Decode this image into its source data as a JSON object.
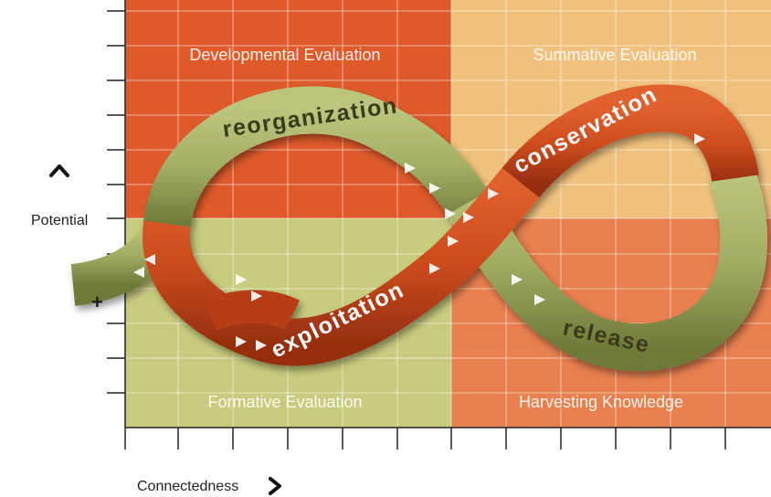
{
  "quadrants": {
    "top_left": {
      "label": "Developmental Evaluation",
      "color": "#df5a2b"
    },
    "top_right": {
      "label": "Summative Evaluation",
      "color": "#f0c27e"
    },
    "bottom_left": {
      "label": "Formative Evaluation",
      "color": "#c8cc7e"
    },
    "bottom_right": {
      "label": "Harvesting Knowledge",
      "color": "#e8804f"
    }
  },
  "ribbons": {
    "reorganization": {
      "label": "reorganization",
      "color": "#a3ae64"
    },
    "conservation": {
      "label": "conservation",
      "color": "#cd4c1d"
    },
    "exploitation": {
      "label": "exploitation",
      "color": "#cd4c1d"
    },
    "release": {
      "label": "release",
      "color": "#a3ae64"
    }
  },
  "plus_symbol": "+",
  "axes": {
    "y_label": "Potential",
    "x_label": "Connectedness",
    "y_icon": "chevron-up-icon",
    "x_icon": "chevron-right-icon"
  }
}
